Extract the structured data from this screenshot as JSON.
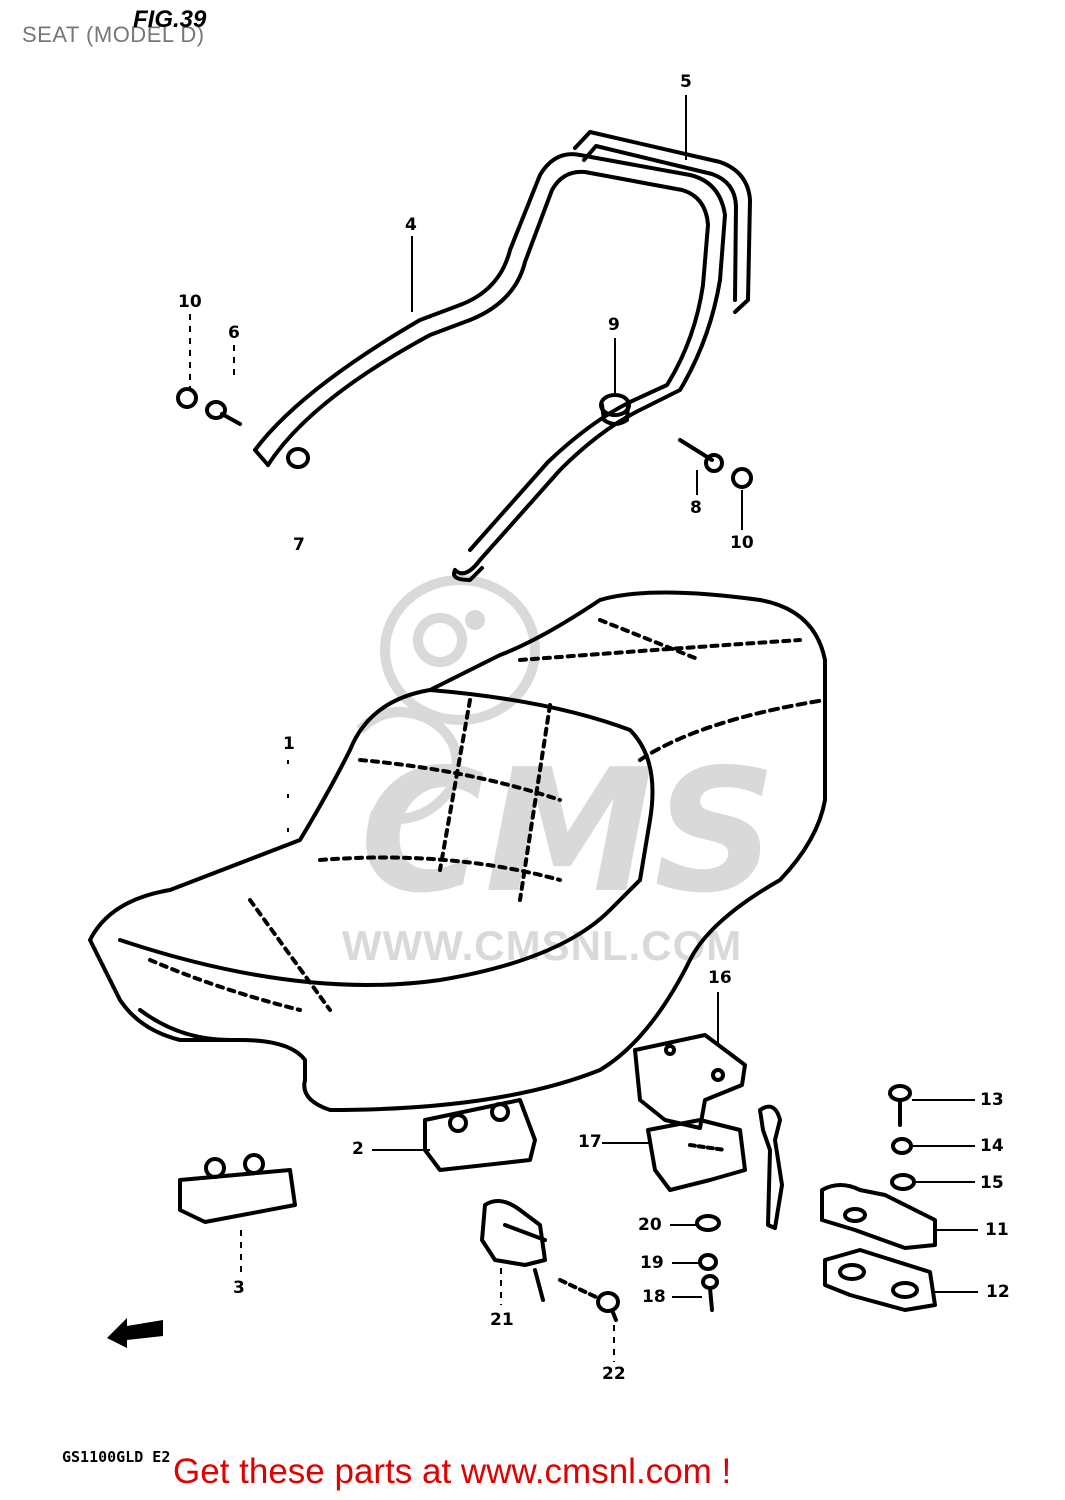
{
  "title": "SEAT (MODEL D)",
  "figure_label": "FIG.39",
  "model_code": "GS1100GLD E2",
  "buy_link": "Get these parts at www.cmsnl.com !",
  "watermark": {
    "text": "WWW.CMSNL.COM",
    "logo": "CMS",
    "color": "#d9d9d9"
  },
  "colors": {
    "link": "#e00000",
    "line": "#000000",
    "title": "#777777"
  },
  "front_arrow_icon": "front-direction-arrow-icon",
  "callouts": [
    {
      "id": "1",
      "label": "1"
    },
    {
      "id": "2",
      "label": "2"
    },
    {
      "id": "3",
      "label": "3"
    },
    {
      "id": "4",
      "label": "4"
    },
    {
      "id": "5",
      "label": "5"
    },
    {
      "id": "6",
      "label": "6"
    },
    {
      "id": "7",
      "label": "7"
    },
    {
      "id": "8",
      "label": "8"
    },
    {
      "id": "9",
      "label": "9"
    },
    {
      "id": "10a",
      "label": "10"
    },
    {
      "id": "10b",
      "label": "10"
    },
    {
      "id": "11",
      "label": "11"
    },
    {
      "id": "12",
      "label": "12"
    },
    {
      "id": "13",
      "label": "13"
    },
    {
      "id": "14",
      "label": "14"
    },
    {
      "id": "15",
      "label": "15"
    },
    {
      "id": "16",
      "label": "16"
    },
    {
      "id": "17",
      "label": "17"
    },
    {
      "id": "18",
      "label": "18"
    },
    {
      "id": "19",
      "label": "19"
    },
    {
      "id": "20",
      "label": "20"
    },
    {
      "id": "21",
      "label": "21"
    },
    {
      "id": "22",
      "label": "22"
    }
  ]
}
